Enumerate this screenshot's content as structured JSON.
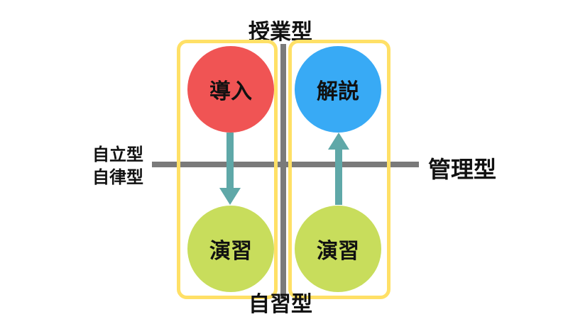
{
  "axes": {
    "top": "授業型",
    "bottom": "自習型",
    "right": "管理型",
    "left": [
      "自立型",
      "自律型"
    ]
  },
  "nodes": {
    "intro": "導入",
    "explain": "解説",
    "exercise_left": "演習",
    "exercise_right": "演習"
  },
  "colors": {
    "axis": "#7a7a7a",
    "frame": "#ffe066",
    "intro": "#f05454",
    "explain": "#38aaf5",
    "exercise": "#c8dd5c",
    "arrow": "#5fa8a8"
  },
  "arrows": [
    {
      "from": "導入",
      "to": "演習",
      "direction": "down"
    },
    {
      "from": "演習",
      "to": "解説",
      "direction": "up"
    }
  ]
}
